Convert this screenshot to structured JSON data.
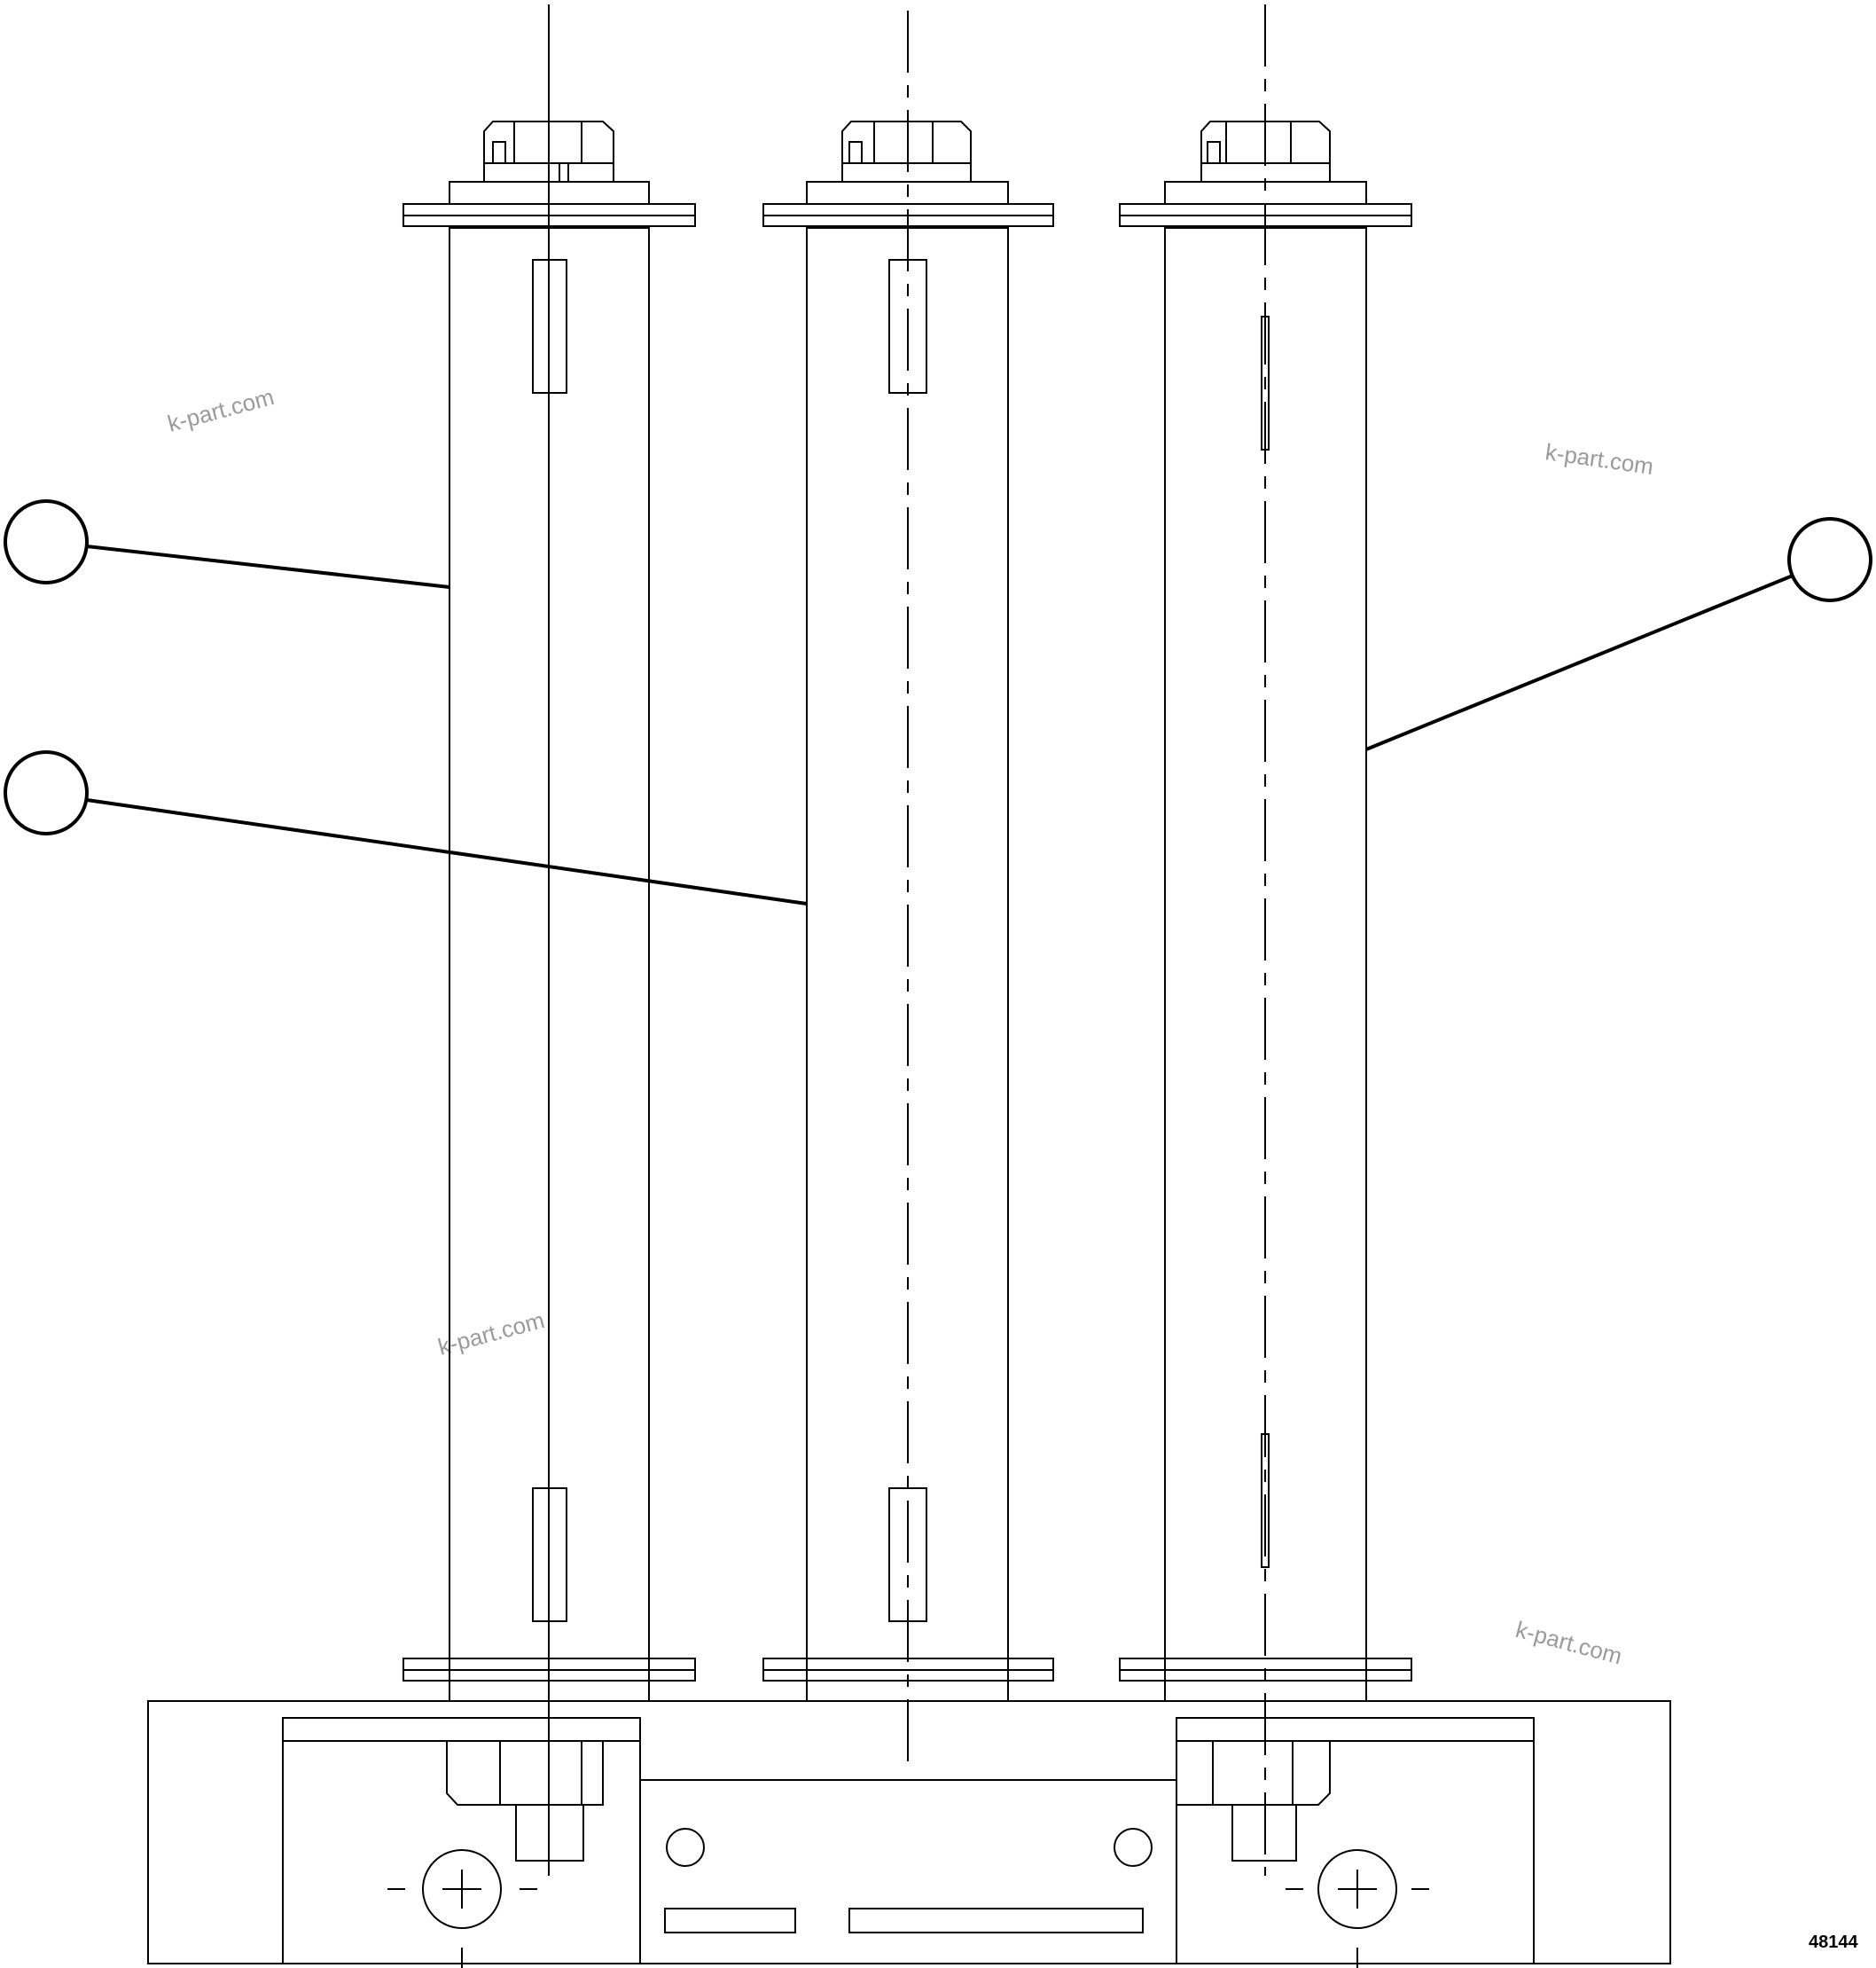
{
  "drawing": {
    "reference_number": "48144",
    "watermarks": [
      "k-part.com",
      "k-part.com",
      "k-part.com",
      "k-part.com"
    ],
    "callouts": [
      {
        "label": ""
      },
      {
        "label": ""
      },
      {
        "label": ""
      }
    ],
    "line_color": "#000000"
  }
}
